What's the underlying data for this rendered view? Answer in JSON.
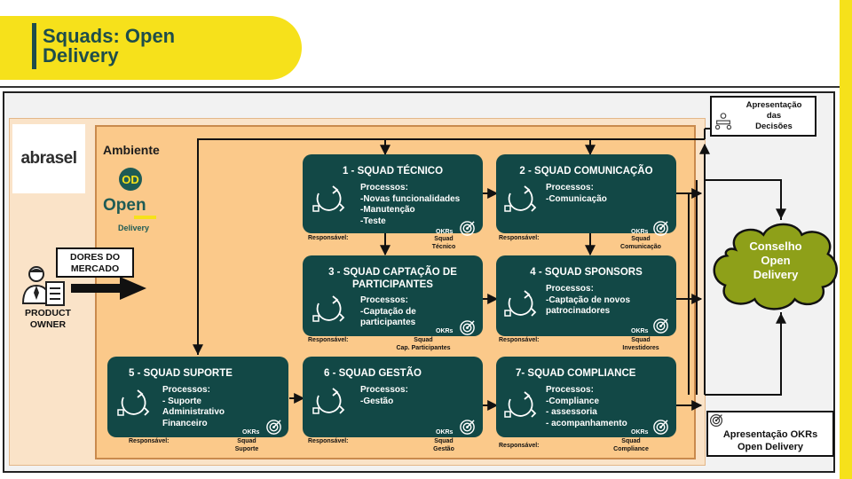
{
  "header": {
    "title": "Squads: Open\nDelivery"
  },
  "logo": {
    "text": "abrasel"
  },
  "ambient": {
    "label": "Ambiente",
    "od_logo": {
      "mark": "OD",
      "open": "Open",
      "delivery": "Delivery"
    }
  },
  "left": {
    "dores": "DORES DO\nMERCADO",
    "product_owner": "PRODUCT\nOWNER"
  },
  "squads": [
    {
      "title": "1 - SQUAD TÉCNICO",
      "processes": "Processos:\n-Novas funcionalidades\n-Manutenção\n-Teste",
      "okrs": "OKRs",
      "responsavel": "Responsável:",
      "resp_name": "Squad\nTécnico"
    },
    {
      "title": "2 - SQUAD COMUNICAÇÃO",
      "processes": "Processos:\n-Comunicação",
      "okrs": "OKRs",
      "responsavel": "Responsável:",
      "resp_name": "Squad\nComunicação"
    },
    {
      "title": "3 - SQUAD CAPTAÇÃO DE\nPARTICIPANTES",
      "processes": "Processos:\n-Captação de\nparticipantes",
      "okrs": "OKRs",
      "responsavel": "Responsável:",
      "resp_name": "Squad\nCap. Participantes"
    },
    {
      "title": "4 - SQUAD SPONSORS",
      "processes": "Processos:\n-Captação de novos\npatrocinadores",
      "okrs": "OKRs",
      "responsavel": "Responsável:",
      "resp_name": "Squad\nInvestidores"
    },
    {
      "title": "5 - SQUAD SUPORTE",
      "processes": "Processos:\n- Suporte\nAdministrativo\nFinanceiro",
      "okrs": "OKRs",
      "responsavel": "Responsável:",
      "resp_name": "Squad\nSuporte"
    },
    {
      "title": "6 - SQUAD GESTÃO",
      "processes": "Processos:\n-Gestão",
      "okrs": "OKRs",
      "responsavel": "Responsável:",
      "resp_name": "Squad\nGestão"
    },
    {
      "title": "7- SQUAD COMPLIANCE",
      "processes": "Processos:\n-Compliance\n- assessoria\n- acompanhamento",
      "okrs": "OKRs",
      "responsavel": "Responsável:",
      "resp_name": "Squad\nCompliance"
    }
  ],
  "right": {
    "decisoes": "Apresentação\ndas\nDecisões",
    "conselho": "Conselho\nOpen\nDelivery",
    "okrs_presentation": "Apresentação OKRs\nOpen Delivery"
  },
  "colors": {
    "squad_bg": "#124846",
    "banner": "#f6e11b",
    "cloud": "#8ea019",
    "ambient": "#fbc98a"
  }
}
